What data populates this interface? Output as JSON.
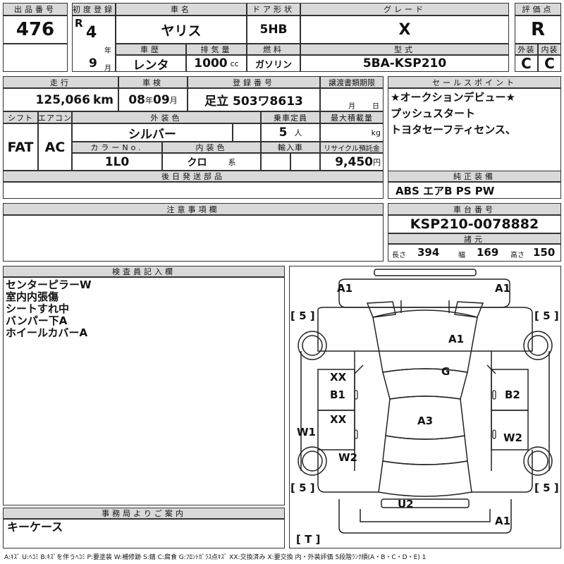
{
  "headers": {
    "lot_no": "出品番号",
    "first_reg": "初度登録",
    "car_name": "車名",
    "door": "ドア形状",
    "grade": "グレード",
    "score": "評価点",
    "history": "車歴",
    "displacement": "排気量",
    "fuel": "燃料",
    "model_code": "型式",
    "exterior": "外装",
    "interior": "内装",
    "mileage": "走行",
    "inspection": "車検",
    "reg_no": "登録番号",
    "transfer_docs": "譲渡書類期限",
    "sales_points": "セールスポイント",
    "shift": "シフト",
    "ac": "エアコン",
    "ext_color": "外装色",
    "capacity": "乗車定員",
    "max_load": "最大積載量",
    "color_no": "カラーNo.",
    "int_color": "内装色",
    "import": "輸入車",
    "recycle": "リサイクル預託金",
    "later_parts": "後日発送部品",
    "genuine_equipment": "純正装備",
    "notes": "注意事項欄",
    "chassis_no": "車台番号",
    "specs": "諸元",
    "inspector": "検査員記入欄",
    "office": "事務局よりご案内"
  },
  "lot_no": "476",
  "reg_era": "R",
  "reg_year": "4",
  "reg_year_unit": "年",
  "reg_month": "9",
  "reg_month_unit": "月",
  "car_name": "ヤリス",
  "door": "5HB",
  "grade": "X",
  "score": "R",
  "history": "レンタ",
  "displacement": "1000",
  "displacement_unit": "cc",
  "fuel": "ガソリン",
  "model_code": "5BA-KSP210",
  "exterior_score": "C",
  "interior_score": "C",
  "mileage": "125,066",
  "mileage_unit": "km",
  "inspection_year": "08",
  "inspection_year_unit": "年",
  "inspection_month": "09",
  "inspection_month_unit": "月",
  "reg_no": "足立 503ワ8613",
  "transfer_month_unit": "月",
  "transfer_day_unit": "日",
  "sales_points": [
    "★オークションデビュー★",
    "プッシュスタート",
    "トヨタセーフティセンス、"
  ],
  "shift": "FAT",
  "ac": "AC",
  "ext_color": "シルバー",
  "capacity": "5",
  "capacity_unit": "人",
  "max_load_unit": "kg",
  "color_no": "1L0",
  "int_color": "クロ",
  "int_color_unit": "系",
  "recycle": "9,450",
  "recycle_unit": "円",
  "genuine_equipment": "ABS エアB PS PW",
  "chassis_no": "KSP210-0078882",
  "spec_length_label": "長さ",
  "spec_length": "394",
  "spec_width_label": "幅",
  "spec_width": "169",
  "spec_height_label": "高さ",
  "spec_height": "150",
  "inspector_notes": [
    "センターピラーW",
    "室内内張傷",
    "シートすれ中",
    "バンパー下A",
    "ホイールカバーA"
  ],
  "office_note": "キーケース",
  "legend": "A:ｷｽﾞ U:ﾍｺﾐ B:ｷｽﾞを伴うﾍｺﾐ P:要塗装 W:補修跡 S:錆 C:腐食 G:ﾌﾛﾝﾄｶﾞﾗｽ点ｷｽﾞ XX:交換済み X:要交換 内・外装評価 5段階ﾗﾝｸ順(A・B・C・D・E) 1",
  "diagram": {
    "marks": [
      {
        "id": "front-left-bumper",
        "text": "A1"
      },
      {
        "id": "front-right-bumper",
        "text": "A1"
      },
      {
        "id": "hood",
        "text": "A1"
      },
      {
        "id": "windshield",
        "text": "G"
      },
      {
        "id": "front-left-door",
        "text": "XX"
      },
      {
        "id": "front-left-door-b",
        "text": "B1"
      },
      {
        "id": "rear-left-door",
        "text": "XX"
      },
      {
        "id": "front-right-door",
        "text": "B2"
      },
      {
        "id": "roof",
        "text": "A3"
      },
      {
        "id": "left-pillar",
        "text": "W1"
      },
      {
        "id": "left-rear-fender",
        "text": "W2"
      },
      {
        "id": "right-rear-fender",
        "text": "W2"
      },
      {
        "id": "rear-bumper",
        "text": "U2"
      },
      {
        "id": "rear-right",
        "text": "A1"
      }
    ],
    "tires": [
      {
        "id": "tire-fl",
        "text": "[ 5 ]"
      },
      {
        "id": "tire-fr",
        "text": "[ 5 ]"
      },
      {
        "id": "tire-rl",
        "text": "[ 5 ]"
      },
      {
        "id": "tire-rr",
        "text": "[ 5 ]"
      },
      {
        "id": "tire-t",
        "text": "[ T ]"
      }
    ]
  }
}
